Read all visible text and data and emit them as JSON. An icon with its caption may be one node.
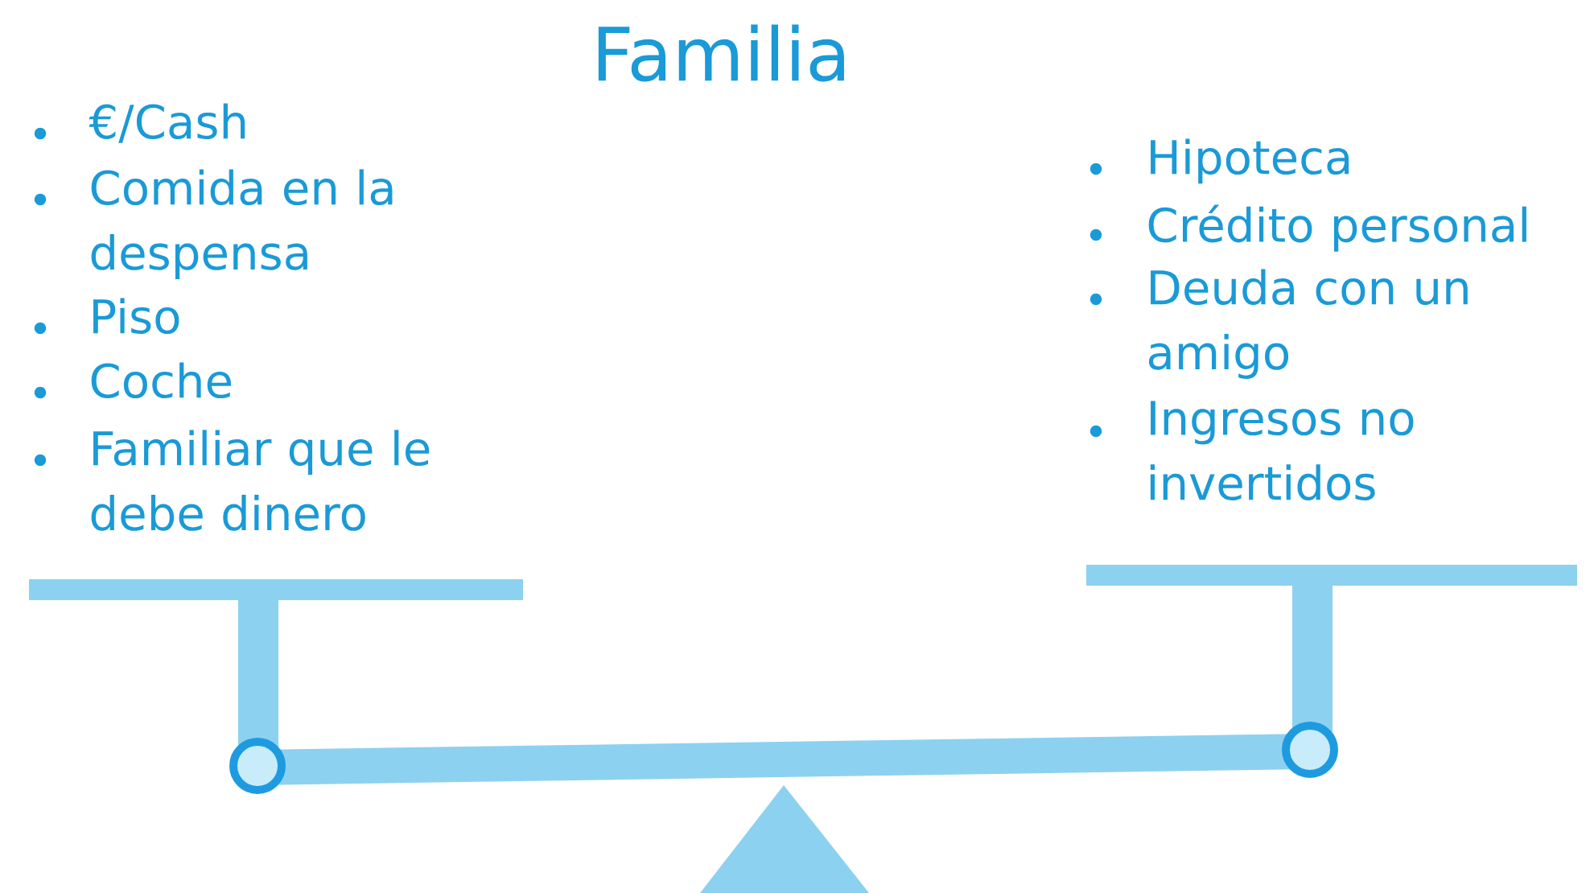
{
  "diagram": {
    "title": "Familia",
    "labels": [
      "€/Cash",
      "Comida en la despensa",
      "Piso",
      "Coche",
      "Familiar que le debe dinero",
      "Hipoteca",
      "Crédito personal",
      "Deuda con un amigo",
      "Ingresos no invertidos"
    ]
  }
}
